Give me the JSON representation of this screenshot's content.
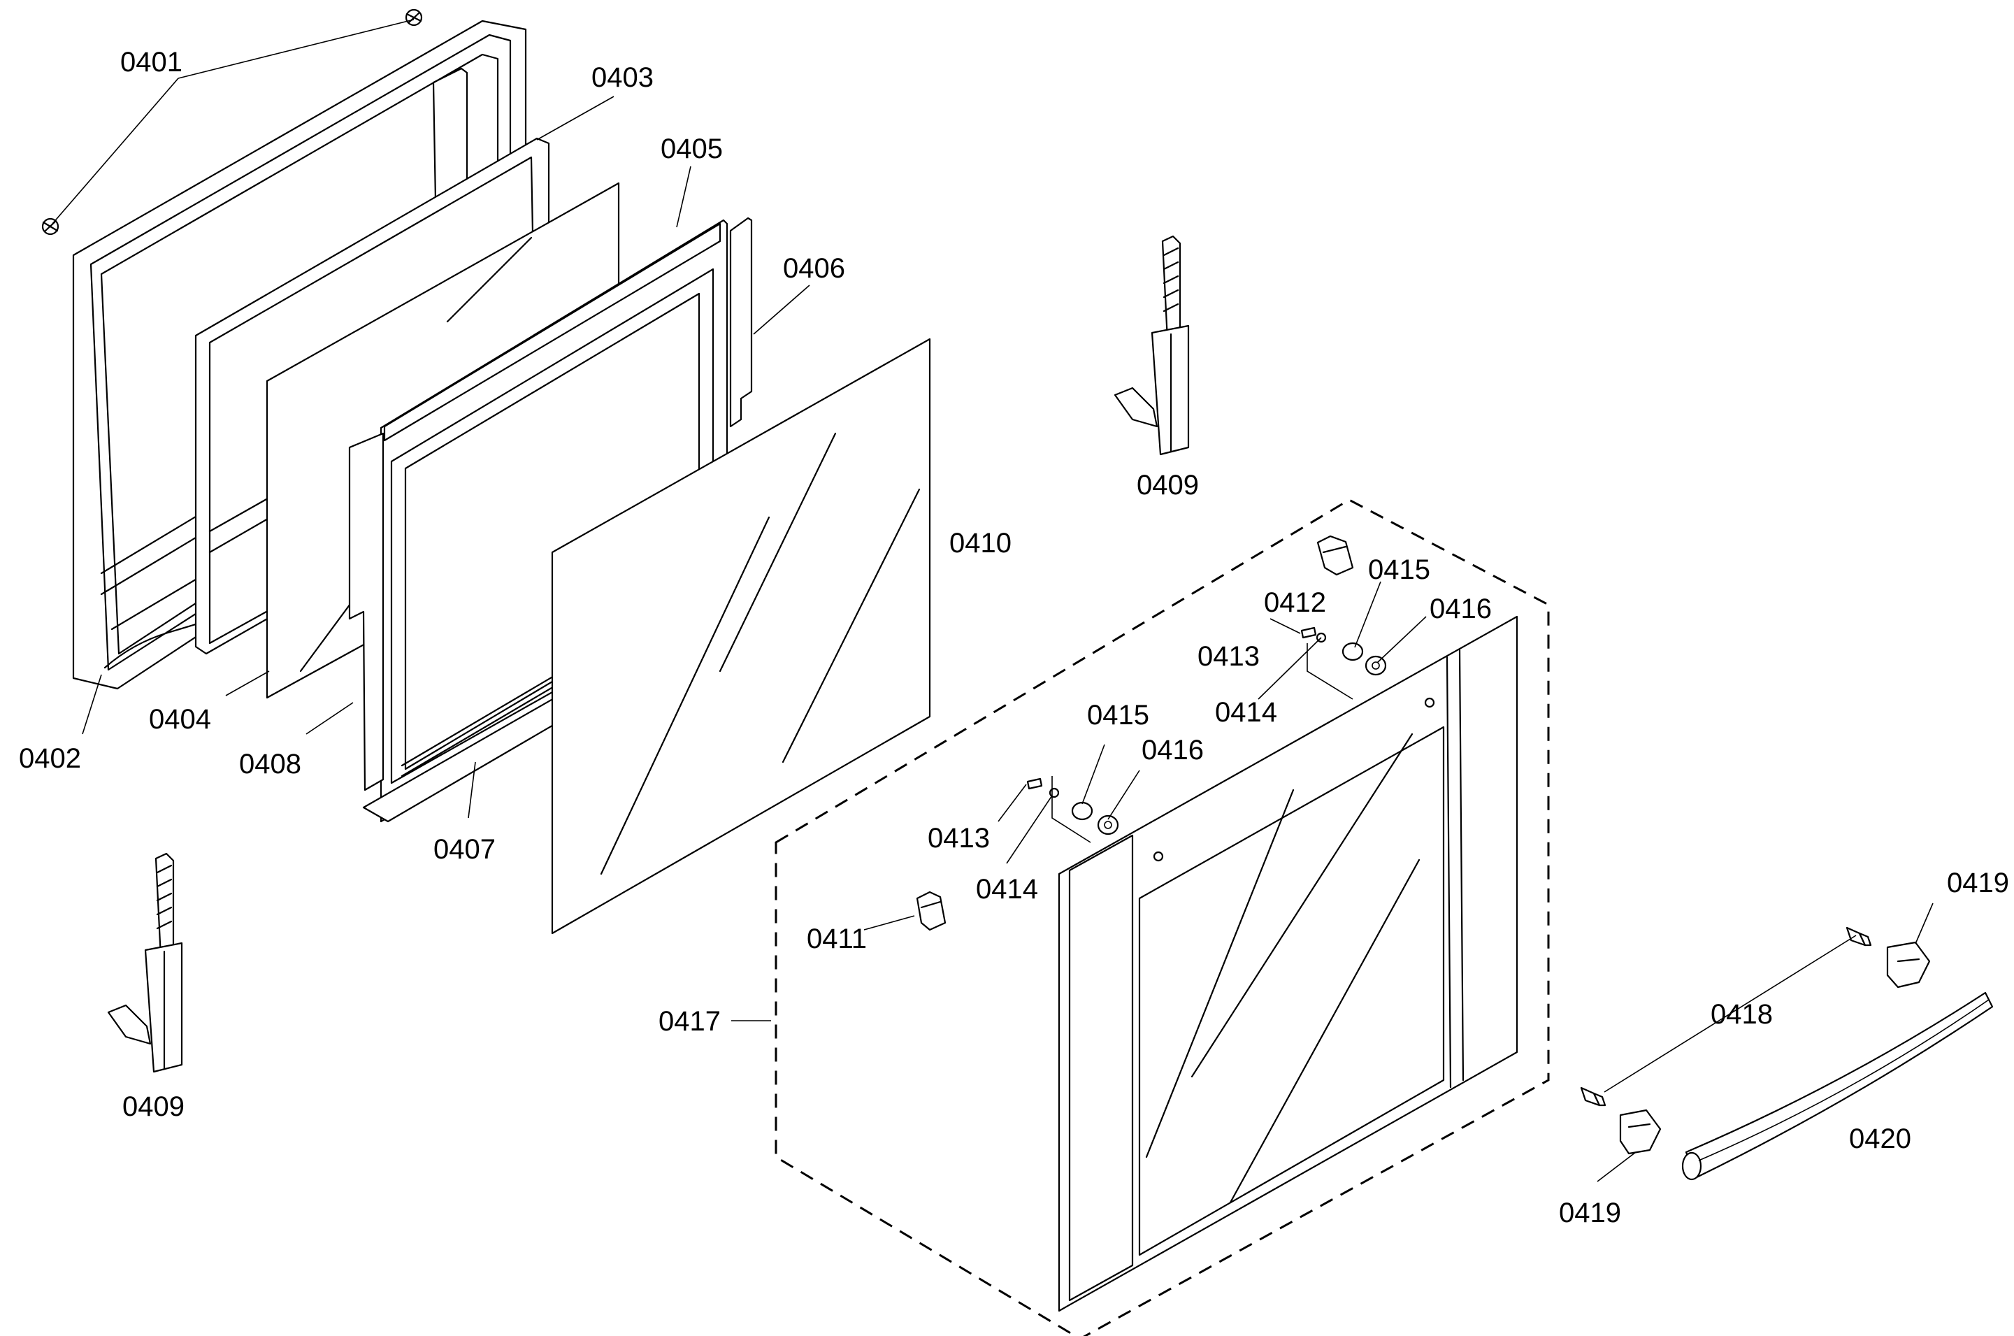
{
  "labels": {
    "p0401": "0401",
    "p0402": "0402",
    "p0403": "0403",
    "p0404": "0404",
    "p0405": "0405",
    "p0406": "0406",
    "p0407": "0407",
    "p0408": "0408",
    "p0409a": "0409",
    "p0409b": "0409",
    "p0410": "0410",
    "p0411": "0411",
    "p0412": "0412",
    "p0413a": "0413",
    "p0413b": "0413",
    "p0414a": "0414",
    "p0414b": "0414",
    "p0415a": "0415",
    "p0415b": "0415",
    "p0416a": "0416",
    "p0416b": "0416",
    "p0417": "0417",
    "p0418": "0418",
    "p0419a": "0419",
    "p0419b": "0419",
    "p0420": "0420"
  },
  "colors": {
    "ink": "#000000",
    "paper": "#ffffff"
  }
}
